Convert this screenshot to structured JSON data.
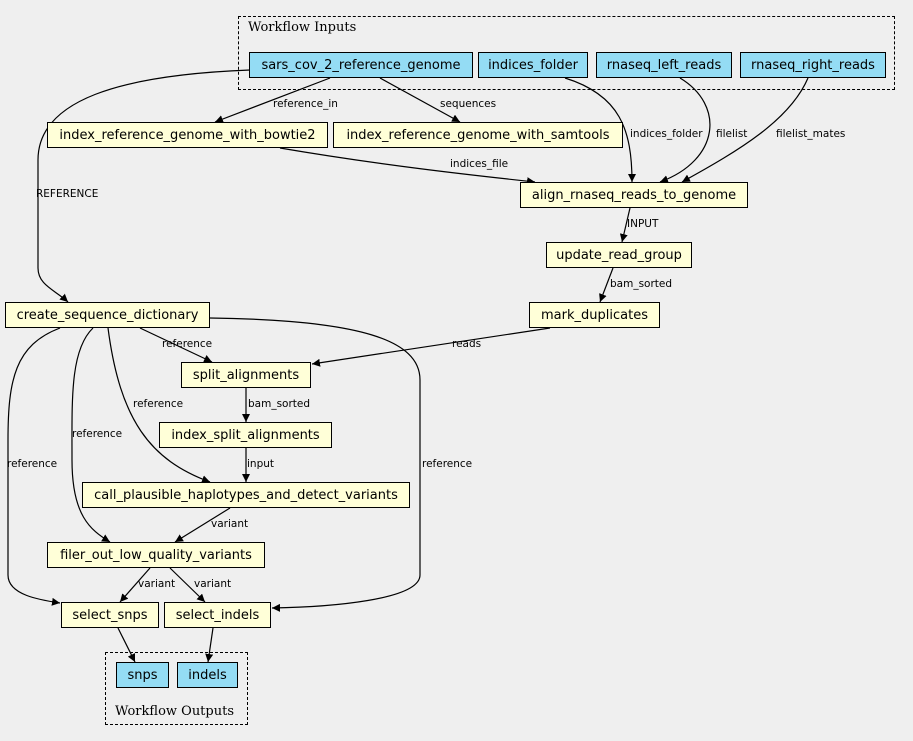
{
  "clusters": {
    "inputs_label": "Workflow Inputs",
    "outputs_label": "Workflow Outputs"
  },
  "colors": {
    "background": "#efefef",
    "io_node": "#94dcf4",
    "step_node": "#ffffd8",
    "edge": "#000000"
  },
  "nodes": {
    "sars_cov_2_reference_genome": "sars_cov_2_reference_genome",
    "indices_folder": "indices_folder",
    "rnaseq_left_reads": "rnaseq_left_reads",
    "rnaseq_right_reads": "rnaseq_right_reads",
    "index_reference_genome_with_bowtie2": "index_reference_genome_with_bowtie2",
    "index_reference_genome_with_samtools": "index_reference_genome_with_samtools",
    "align_rnaseq_reads_to_genome": "align_rnaseq_reads_to_genome",
    "update_read_group": "update_read_group",
    "mark_duplicates": "mark_duplicates",
    "create_sequence_dictionary": "create_sequence_dictionary",
    "split_alignments": "split_alignments",
    "index_split_alignments": "index_split_alignments",
    "call_plausible_haplotypes_and_detect_variants": "call_plausible_haplotypes_and_detect_variants",
    "filer_out_low_quality_variants": "filer_out_low_quality_variants",
    "select_snps": "select_snps",
    "select_indels": "select_indels",
    "snps": "snps",
    "indels": "indels"
  },
  "edges": {
    "reference_in": "reference_in",
    "sequences": "sequences",
    "reference_upper": "REFERENCE",
    "indices_folder": "indices_folder",
    "filelist": "filelist",
    "filelist_mates": "filelist_mates",
    "indices_file": "indices_file",
    "input_upper": "INPUT",
    "bam_sorted_1": "bam_sorted",
    "reads": "reads",
    "reference_split": "reference",
    "bam_sorted_2": "bam_sorted",
    "reference_call": "reference",
    "reference_filter": "reference",
    "reference_snps": "reference",
    "reference_indels": "reference",
    "input_lower": "input",
    "variant_filter": "variant",
    "variant_snps": "variant",
    "variant_indels": "variant"
  }
}
